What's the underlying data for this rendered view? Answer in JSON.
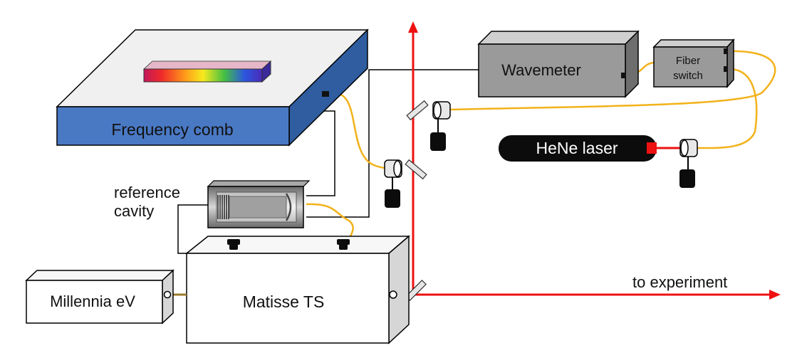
{
  "diagram": {
    "labels": {
      "frequency_comb": "Frequency comb",
      "wavemeter": "Wavemeter",
      "fiber_switch_line1": "Fiber",
      "fiber_switch_line2": "switch",
      "hene_laser": "HeNe laser",
      "reference_line1": "reference",
      "reference_line2": "cavity",
      "millennia": "Millennia eV",
      "matisse": "Matisse TS",
      "to_experiment": "to experiment"
    },
    "colors": {
      "laser_beam": "#ee1111",
      "optical_fiber": "#f2b21a",
      "electrical_wire": "#000000",
      "comb_side": "#4a79c4",
      "box_gray": "#9a9a9a",
      "pump_link": "#9b7a2a"
    },
    "icons": {
      "mirror": "mirror-icon",
      "fiber_coupler": "fiber-coupler-icon",
      "spectrum": "spectrum-bar-icon"
    }
  }
}
